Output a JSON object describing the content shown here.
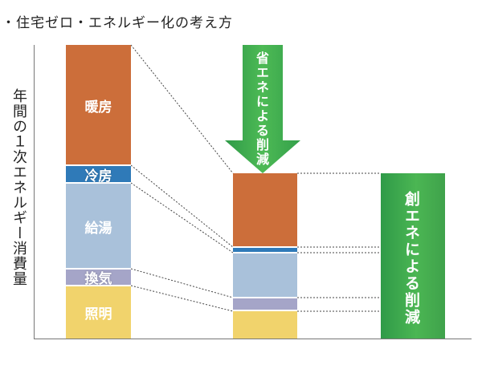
{
  "title": "・住宅ゼロ・エネルギー化の考え方",
  "y_axis_label": "年間の１次エネルギー消費量",
  "segments": {
    "heating": "暖房",
    "cooling": "冷房",
    "hot_water": "給湯",
    "ventilation": "換気",
    "lighting": "照明"
  },
  "arrow_label": "省エネによる削減",
  "creation_label": "創エネによる削減",
  "colors": {
    "heating": "#cc6e3a",
    "cooling": "#2f7ab8",
    "hot_water": "#a9c1da",
    "ventilation": "#a5a5c8",
    "lighting": "#f1d36c",
    "green": "#4bb653"
  }
}
